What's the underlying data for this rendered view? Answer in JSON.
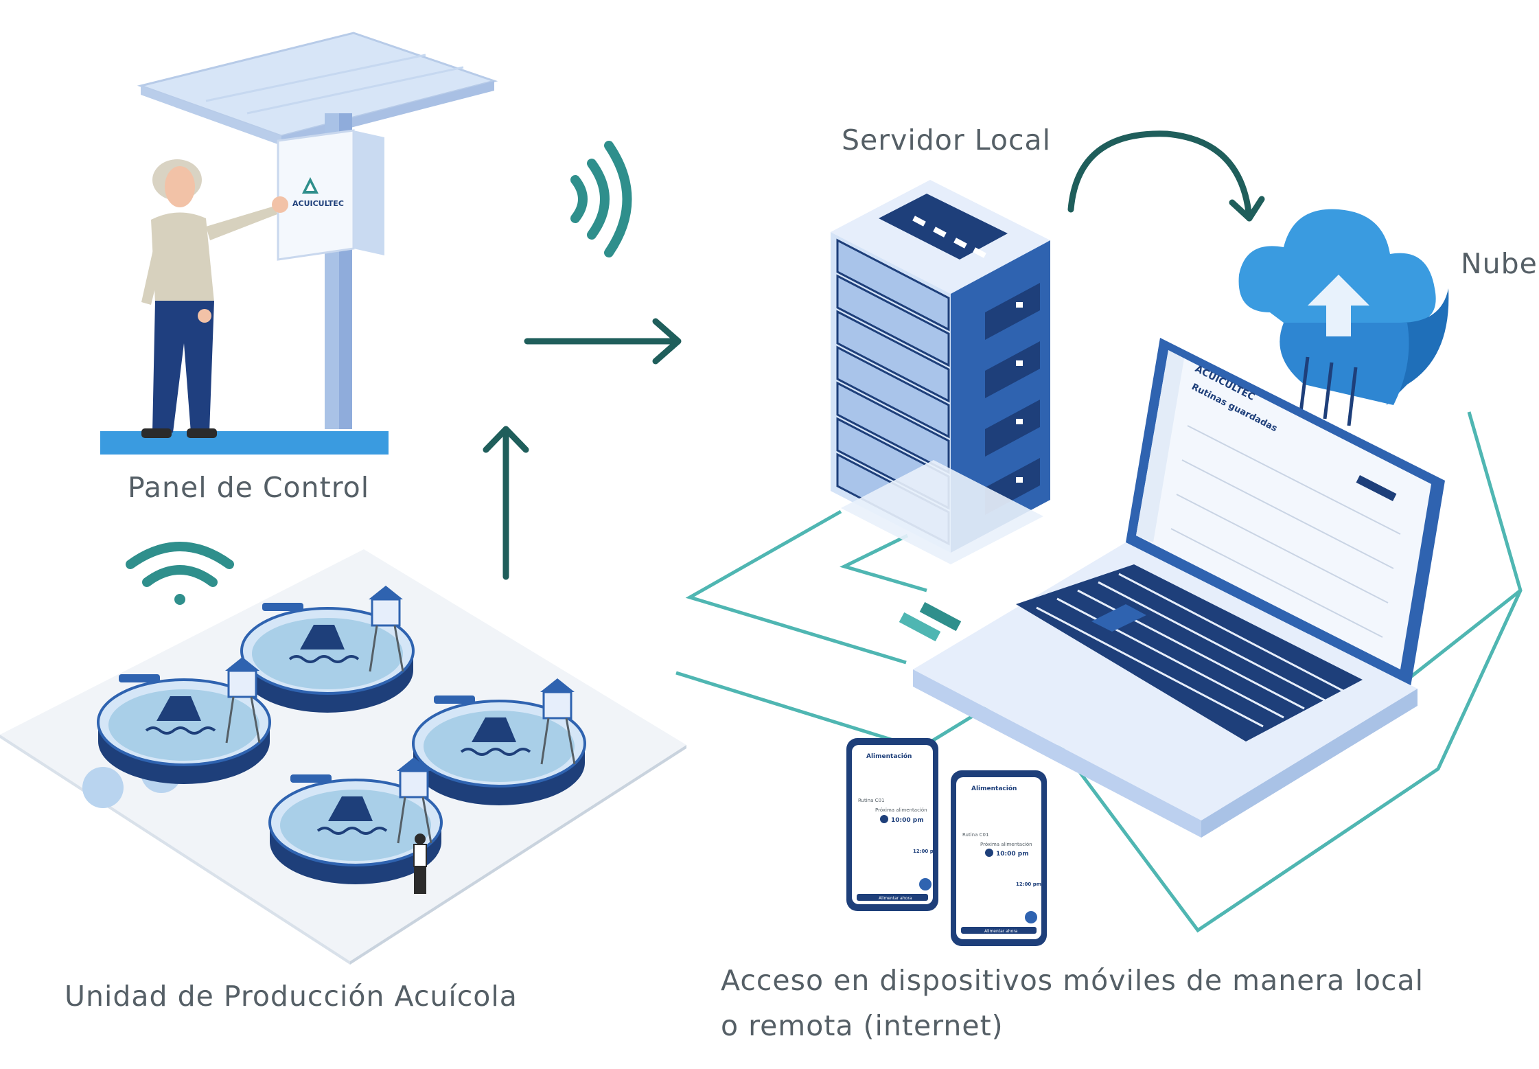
{
  "brand": {
    "logo_text": "ACUICULTEC",
    "colors": {
      "teal": "#2f8f8c",
      "dark_teal": "#1f5e5b",
      "wire_teal": "#4fb6b2",
      "navy": "#1e3f7a",
      "mid_blue": "#2f63b0",
      "light_blue": "#bcd6f2",
      "sky_blue": "#3a9be0",
      "text_gray": "#555f66"
    }
  },
  "labels": {
    "panel": "Panel de Control",
    "unidad": "Unidad de Producción Acuícola",
    "servidor": "Servidor Local",
    "nube": "Nube",
    "acceso_line1": "Acceso en dispositivos móviles de manera local",
    "acceso_line2": "o remota (internet)"
  },
  "icons": {
    "wireless_top": "wireless-signal-icon",
    "wifi_ponds": "wifi-icon",
    "arrow_right": "arrow-right-icon",
    "arrow_up": "arrow-up-icon",
    "arrow_curved": "curved-arrow-icon",
    "cloud_upload": "cloud-upload-icon"
  },
  "laptop_screen": {
    "title": "Rutinas guardadas"
  },
  "phones": {
    "header_title": "Alimentación",
    "section": "Rutina C01",
    "next_label": "Próxima alimentación",
    "time": "10:00 pm",
    "time2": "12:00 pm",
    "button": "Alimentar ahora"
  }
}
